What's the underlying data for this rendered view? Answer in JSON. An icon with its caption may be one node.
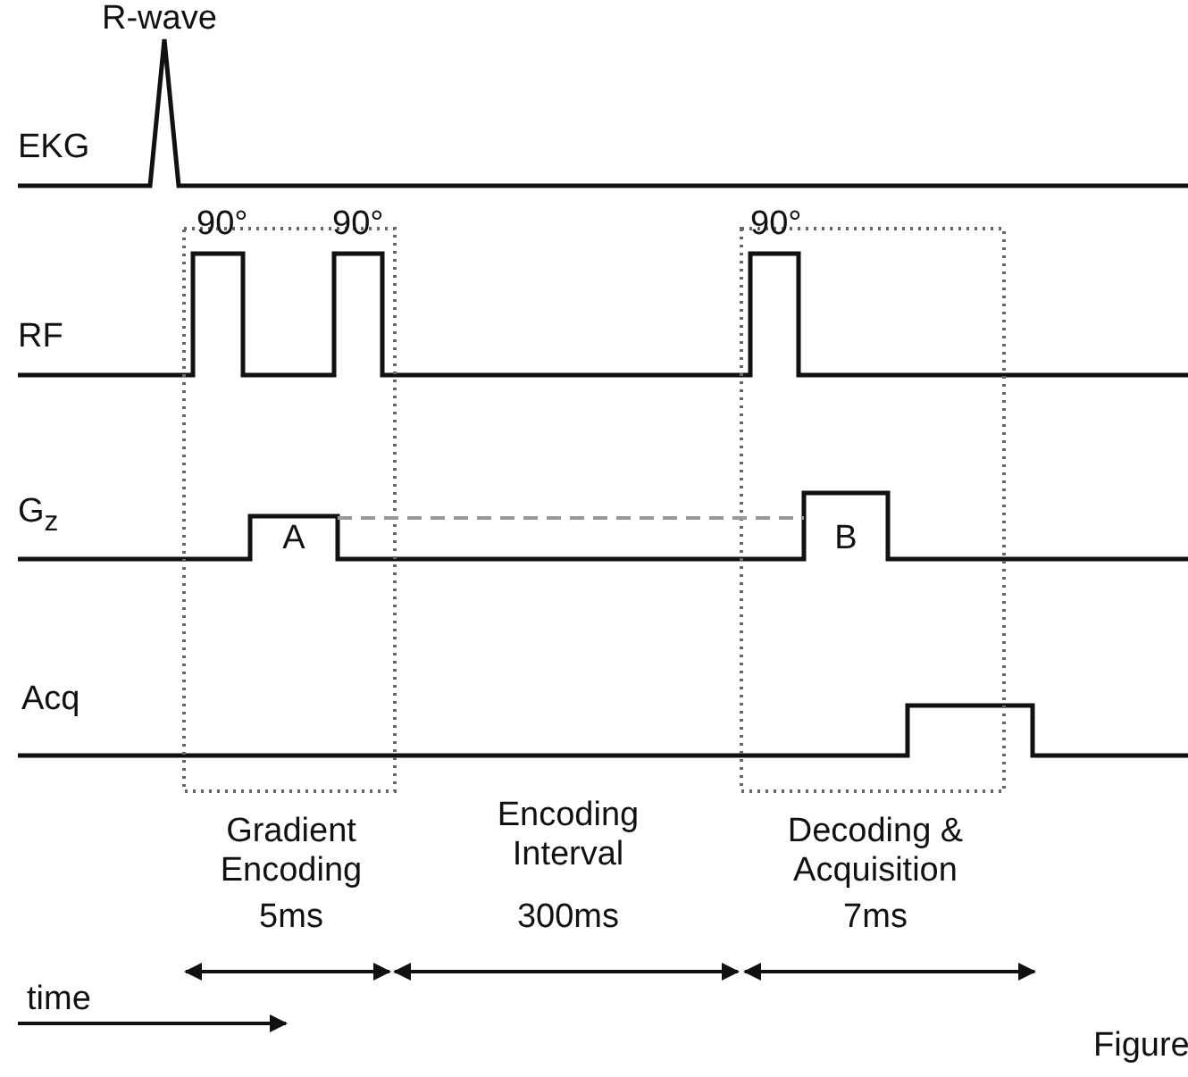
{
  "diagram": {
    "nodes": [
      {
        "text": [
          "A"
        ]
      },
      {
        "text": [
          "B"
        ]
      }
    ],
    "edges": [
      {
        "from": 0,
        "to": 1,
        "arrow": "none",
        "style": "dashed",
        "color": "#999999"
      }
    ],
    "labels": [
      "R-wave",
      "EKG",
      "90°",
      "90°",
      "90°",
      "RF",
      "G$_{z}$",
      "Acq",
      "Gradient Encoding",
      "5ms",
      "Encoding Interval",
      "300ms",
      "Decoding & Acquisition",
      "7ms",
      "time",
      "Figure"
    ]
  }
}
